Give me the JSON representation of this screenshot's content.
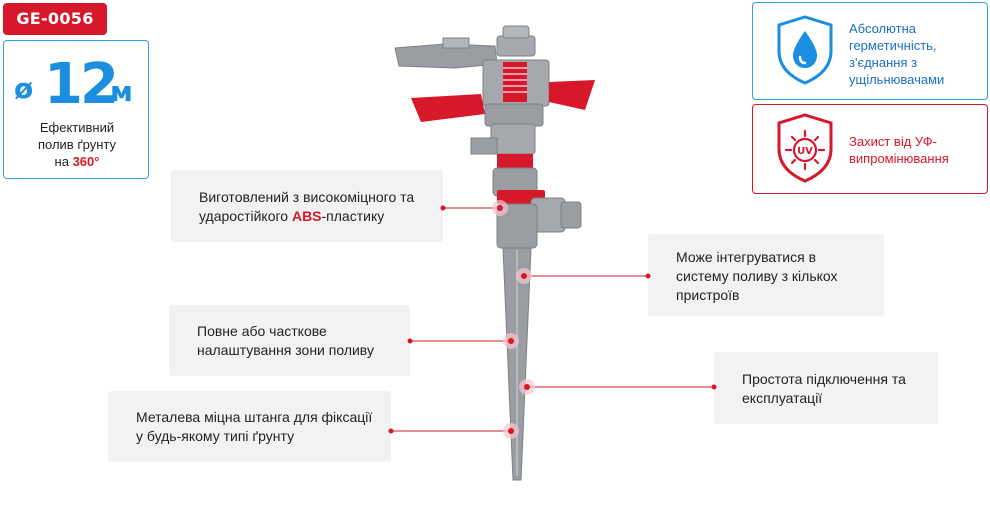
{
  "product": {
    "sku": "GE-0056"
  },
  "range": {
    "symbol": "ø",
    "number": "12",
    "unit": "м",
    "line1": "Ефективний",
    "line2": "полив ґрунту",
    "line3_prefix": "на ",
    "line3_accent": "360°"
  },
  "features": [
    {
      "icon": "water-drop-shield-icon",
      "text": "Абсолютна герметичність, з'єднання з ущільнювачами",
      "color": "#1b6fc4"
    },
    {
      "icon": "uv-protection-icon",
      "text": "Захист від УФ-випромінювання",
      "color": "#d6182a"
    }
  ],
  "callouts": {
    "material": {
      "prefix": "Виготовлений з високоміцного та ударостійкого ",
      "accent": "ABS",
      "suffix": "-пластику"
    },
    "integration": {
      "text": "Може інтегруватися в систему поливу з кількох пристроїв"
    },
    "adjustment": {
      "text": "Повне або часткове налаштування зони поливу"
    },
    "simplicity": {
      "text": "Простота підключення та експлуатації"
    },
    "spike": {
      "text": "Металева міцна штанга для фіксації у будь-якому типі ґрунту"
    }
  },
  "colors": {
    "accent_red": "#d6182a",
    "accent_blue": "#1b8ee0",
    "callout_bg": "#f2f2f2",
    "plastic_gray": "#9a9ea3"
  }
}
